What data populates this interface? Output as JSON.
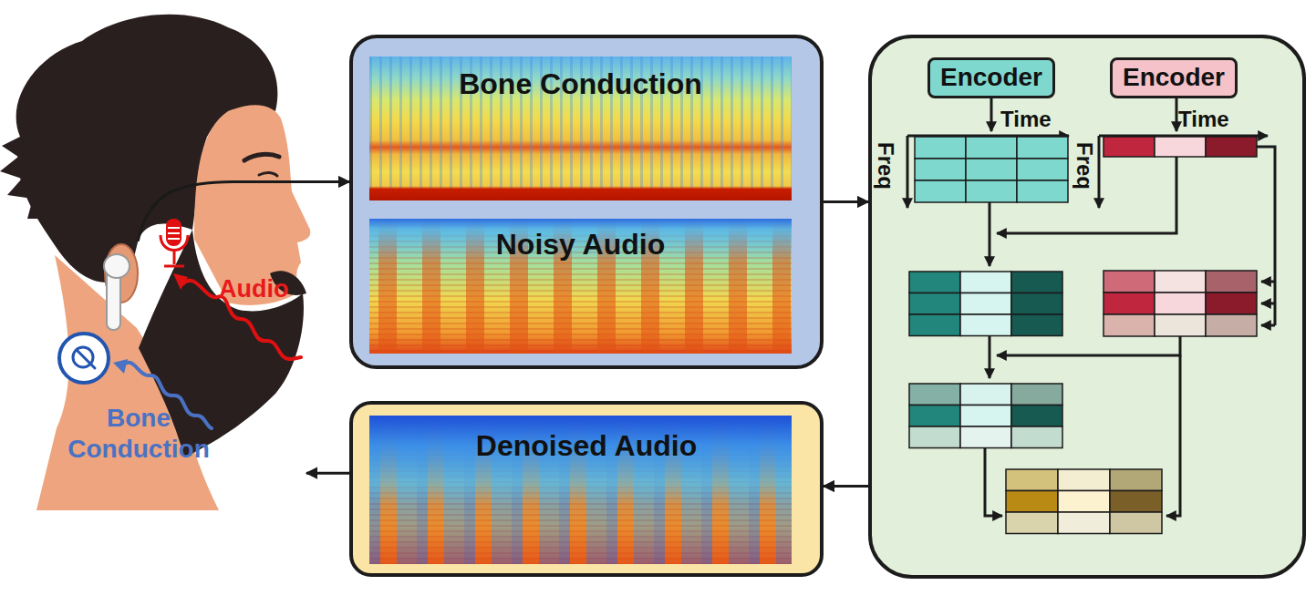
{
  "diagram": {
    "nodes": [
      {
        "text": [
          "Audio",
          "Bone Conduction"
        ]
      },
      {
        "text": []
      },
      {
        "text": [
          "Bone Conduction"
        ],
        "in": 1
      },
      {
        "text": [
          "Noisy Audio"
        ],
        "in": 1
      },
      {
        "text": []
      },
      {
        "text": [
          "Encoder"
        ],
        "in": 4
      },
      {
        "text": [
          "Encoder"
        ],
        "in": 4
      },
      {
        "text": [
          "Denoised Audio"
        ]
      }
    ],
    "edges": [
      {
        "from": 0,
        "to": 1,
        "arrow": "to"
      },
      {
        "from": 1,
        "to": 4,
        "arrow": "to"
      },
      {
        "from": 4,
        "to": 7,
        "arrow": "to"
      },
      {
        "from": 7,
        "to": 0,
        "arrow": "to"
      }
    ],
    "labels": [
      "Time",
      "Freq",
      "Time",
      "Freq"
    ]
  }
}
